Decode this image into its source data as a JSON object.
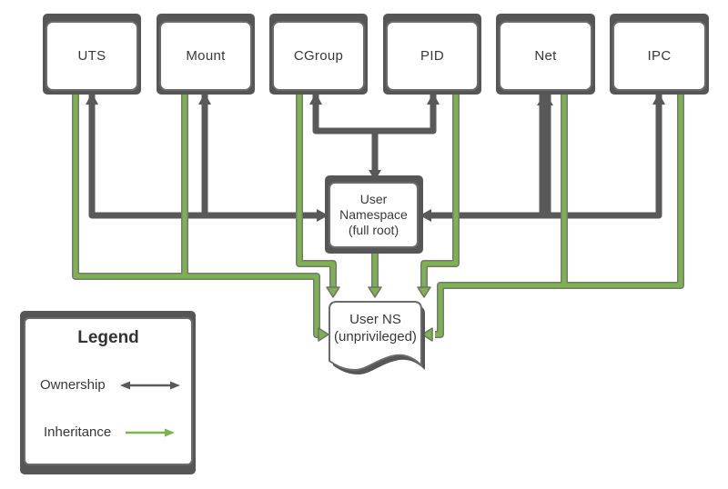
{
  "diagram": {
    "title_implicit": "Linux namespaces ownership and inheritance",
    "colors": {
      "ownership_line": "#595959",
      "inheritance_line": "#7cb34e",
      "node_fill": "#ffffff",
      "node_border": "#6b6b6b",
      "node_shadow": "#565656",
      "text": "#383838"
    },
    "nodes": [
      {
        "id": "uts",
        "label": "UTS"
      },
      {
        "id": "mount",
        "label": "Mount"
      },
      {
        "id": "cgroup",
        "label": "CGroup"
      },
      {
        "id": "pid",
        "label": "PID"
      },
      {
        "id": "net",
        "label": "Net"
      },
      {
        "id": "ipc",
        "label": "IPC"
      }
    ],
    "user_namespace": {
      "lines": [
        "User",
        "Namespace",
        "(full root)"
      ]
    },
    "user_ns_unprivileged": {
      "lines": [
        "User NS",
        "(unprivileged)"
      ]
    },
    "edges": [
      {
        "from": "UTS",
        "to": "User Namespace (full root)",
        "type": "ownership"
      },
      {
        "from": "Mount",
        "to": "User Namespace (full root)",
        "type": "ownership"
      },
      {
        "from": "CGroup",
        "to": "User Namespace (full root)",
        "type": "ownership"
      },
      {
        "from": "PID",
        "to": "User Namespace (full root)",
        "type": "ownership"
      },
      {
        "from": "Net",
        "to": "User Namespace (full root)",
        "type": "ownership"
      },
      {
        "from": "IPC",
        "to": "User Namespace (full root)",
        "type": "ownership"
      },
      {
        "from": "UTS",
        "to": "User NS (unprivileged)",
        "type": "inheritance"
      },
      {
        "from": "Mount",
        "to": "User NS (unprivileged)",
        "type": "inheritance"
      },
      {
        "from": "CGroup",
        "to": "User NS (unprivileged)",
        "type": "inheritance"
      },
      {
        "from": "PID",
        "to": "User NS (unprivileged)",
        "type": "inheritance"
      },
      {
        "from": "Net",
        "to": "User NS (unprivileged)",
        "type": "inheritance"
      },
      {
        "from": "IPC",
        "to": "User NS (unprivileged)",
        "type": "inheritance"
      },
      {
        "from": "User Namespace (full root)",
        "to": "User NS (unprivileged)",
        "type": "inheritance"
      }
    ],
    "legend": {
      "title": "Legend",
      "items": [
        {
          "label": "Ownership",
          "type": "ownership"
        },
        {
          "label": "Inheritance",
          "type": "inheritance"
        }
      ]
    }
  }
}
